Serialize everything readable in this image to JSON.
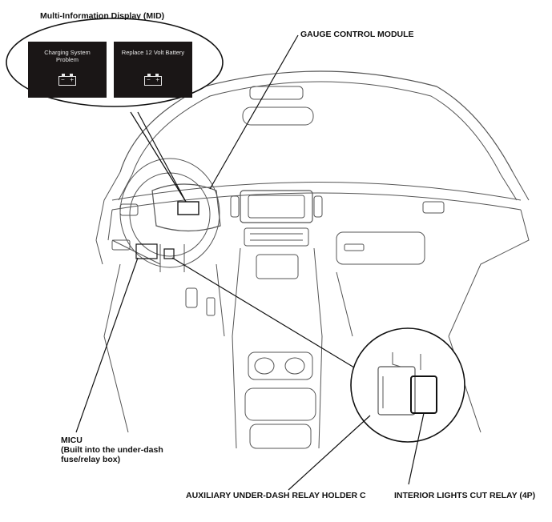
{
  "labels": {
    "mid_title": "Multi-Information Display (MID)",
    "gauge": "GAUGE CONTROL MODULE",
    "micu_line1": "MICU",
    "micu_line2": "(Built into the under-dash",
    "micu_line3": "fuse/relay box)",
    "aux_relay": "AUXILIARY UNDER-DASH RELAY HOLDER C",
    "interior_relay": "INTERIOR LIGHTS CUT RELAY (4P)"
  },
  "mid_messages": {
    "left": "Charging System Problem",
    "right": "Replace 12 Volt Battery"
  },
  "icons": {
    "left": "battery-icon",
    "right": "battery-icon"
  },
  "colors": {
    "line": "#444444",
    "callout_line": "#111111",
    "panel": "#1a1616"
  }
}
